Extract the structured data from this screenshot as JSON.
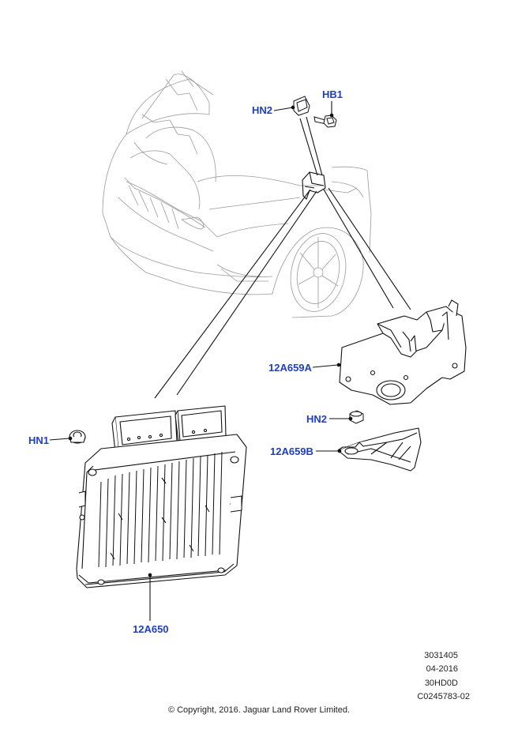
{
  "callouts": {
    "hn2_top": "HN2",
    "hb1": "HB1",
    "a12a659a": "12A659A",
    "hn2_lower": "HN2",
    "a12a659b": "12A659B",
    "hn1": "HN1",
    "a12a650": "12A650"
  },
  "footer": {
    "illustration_number": "3031405",
    "date": "04-2016",
    "model_code": "30HD0D",
    "part_code": "C0245783-02",
    "copyright": "© Copyright, 2016. Jaguar Land Rover Limited."
  },
  "colors": {
    "callout": "#1f3fbf",
    "line_art": "#111111",
    "ghost_vehicle": "#9a9a9a"
  }
}
